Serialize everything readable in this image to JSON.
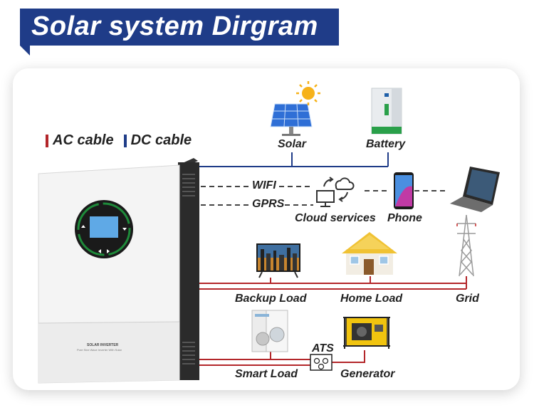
{
  "title": "Solar system Dirgram",
  "legend": {
    "ac": "AC cable",
    "dc": "DC cable"
  },
  "colors": {
    "ac": "#b3262a",
    "dc": "#1f3c88",
    "banner": "#1f3c88",
    "data_line": "#444444"
  },
  "labels": {
    "solar": "Solar",
    "battery": "Battery",
    "wifi": "WIFI",
    "gprs": "GPRS",
    "cloud": "Cloud services",
    "phone": "Phone",
    "backup_load": "Backup Load",
    "home_load": "Home Load",
    "grid": "Grid",
    "smart_load": "Smart Load",
    "ats": "ATS",
    "generator": "Generator"
  },
  "inverter": {
    "brand_line1": "SOLAR INVERTER",
    "brand_line2": "Pure Sine Wave Inverter With Solar"
  },
  "icons": [
    "solar-panel-icon",
    "sun-icon",
    "battery-icon",
    "cloud-services-icon",
    "phone-icon",
    "laptop-icon",
    "tv-icon",
    "house-icon",
    "grid-tower-icon",
    "washer-dryer-icon",
    "generator-icon",
    "ats-switch-icon"
  ]
}
